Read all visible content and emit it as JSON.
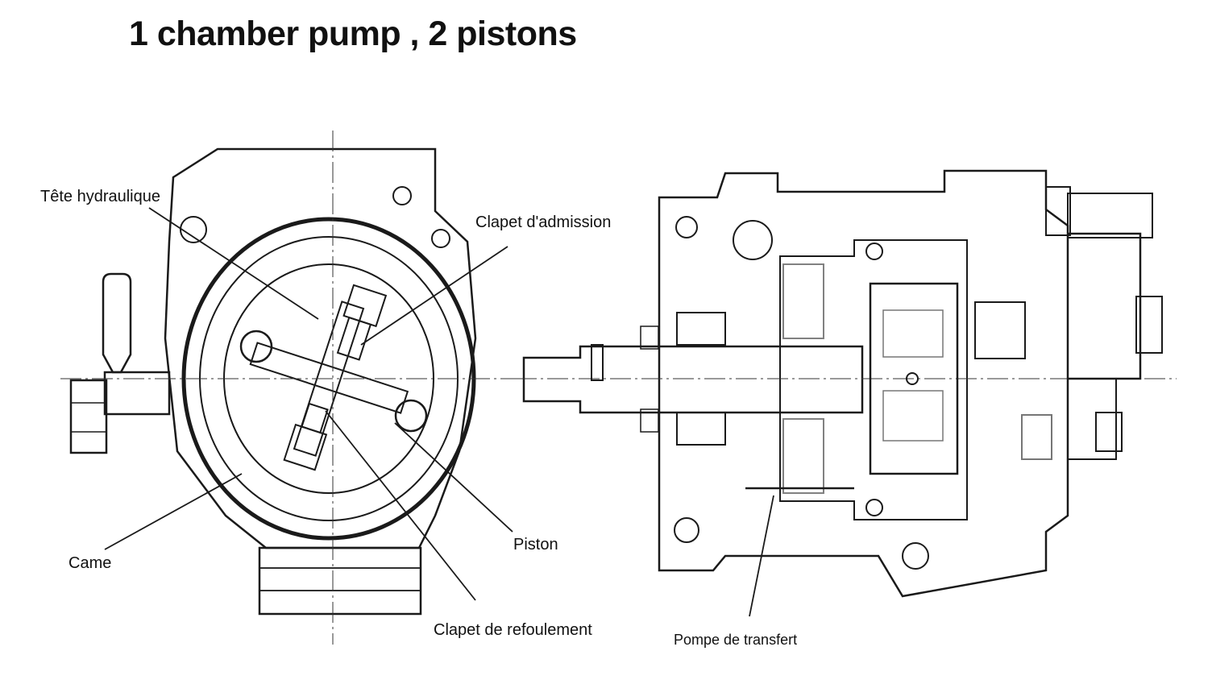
{
  "title": "1 chamber pump , 2 pistons",
  "labels": {
    "tete_hydraulique": "Tête hydraulique",
    "clapet_admission": "Clapet d'admission",
    "came": "Came",
    "piston": "Piston",
    "clapet_refoulement": "Clapet de refoulement",
    "pompe_transfert": "Pompe de transfert"
  },
  "colors": {
    "ink": "#1a1a1a",
    "background": "#ffffff"
  }
}
